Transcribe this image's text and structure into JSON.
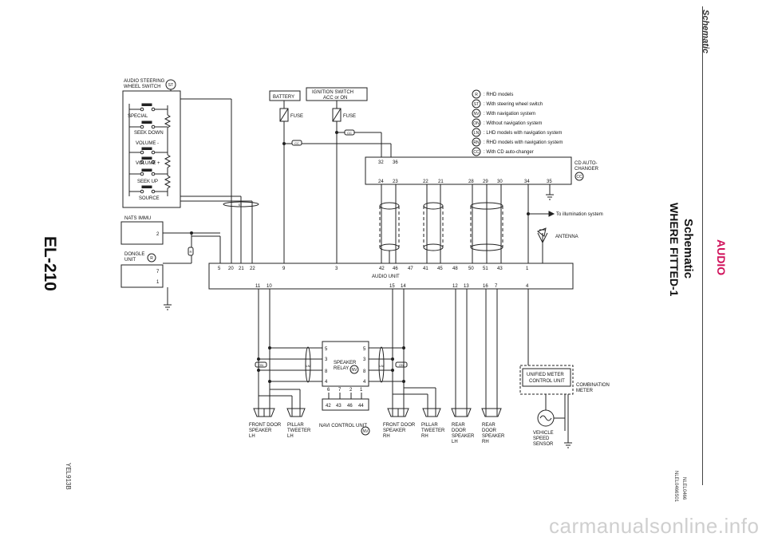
{
  "page": {
    "section": "Schematic",
    "title": "AUDIO",
    "heading": "Schematic",
    "subheading": "WHERE FITTED-1",
    "code1": "NLEL0466",
    "code2": "NLEL0466S01",
    "page_number": "EL-210",
    "figure_id": "YEL913B",
    "footer_url": "carmanualsonline.info"
  },
  "legend": [
    {
      "code": "R",
      "text": ": RHD models"
    },
    {
      "code": "ST",
      "text": ": With steering wheel switch"
    },
    {
      "code": "NV",
      "text": ": With navigation system"
    },
    {
      "code": "ON",
      "text": ": Without navigation system"
    },
    {
      "code": "LN",
      "text": ": LHD models with navigation system"
    },
    {
      "code": "RN",
      "text": ": RHD models with navigation system"
    },
    {
      "code": "CC",
      "text": ": With CD auto-changer"
    }
  ],
  "steering_switch": {
    "title1": "AUDIO STEERING",
    "title2": "WHEEL SWITCH",
    "badge": "ST",
    "buttons": [
      "SPECIAL",
      "SEEK DOWN",
      "VOLUME -",
      "VOLUME +",
      "SEEK UP",
      "SOURCE"
    ]
  },
  "battery": {
    "label": "BATTERY",
    "fuse": "FUSE"
  },
  "ignition": {
    "label1": "IGNITION SWITCH",
    "label2": "ACC or ON",
    "fuse": "FUSE"
  },
  "nats": {
    "label": "NATS IMMU",
    "pin": "2"
  },
  "dongle": {
    "label1": "DONGLE",
    "label2": "UNIT",
    "badge": "R",
    "pins": [
      "7",
      "1"
    ]
  },
  "cd_changer": {
    "label1": "CD AUTO-",
    "label2": "CHANGER",
    "badge": "CC",
    "pins_top": [
      "32",
      "36"
    ],
    "pins": [
      "24",
      "23",
      "22",
      "21",
      "28",
      "29",
      "30",
      "34",
      "35"
    ]
  },
  "audio_unit": {
    "label": "AUDIO UNIT",
    "top_pins": [
      "5",
      "20",
      "21",
      "22",
      "9",
      "3",
      "42",
      "46",
      "47",
      "41",
      "45",
      "48",
      "50",
      "51",
      "43",
      "1"
    ],
    "bottom_pins": [
      "11",
      "10",
      "15",
      "14",
      "12",
      "13",
      "16",
      "7",
      "4"
    ]
  },
  "illum_label": "To illumination system",
  "antenna_label": "ANTENNA",
  "speaker_relay": {
    "label1": "SPEAKER",
    "label2": "RELAY",
    "badge": "NV",
    "left_pins": [
      "5",
      "3",
      "8",
      "4"
    ],
    "right_pins": [
      "5",
      "3",
      "8",
      "4"
    ],
    "bottom_pins": [
      "6",
      "7",
      "2",
      "1"
    ]
  },
  "navi_unit": {
    "label": "NAVI CONTROL UNIT",
    "badge": "NV",
    "pins": [
      "42",
      "43",
      "46",
      "44"
    ]
  },
  "meter": {
    "unit1": "UNIFIED METER",
    "unit2": "CONTROL UNIT",
    "combo1": "COMBINATION",
    "combo2": "METER"
  },
  "vehicle_speed": [
    "VEHICLE",
    "SPEED",
    "SENSOR"
  ],
  "speakers": [
    {
      "lines": [
        "FRONT DOOR",
        "SPEAKER",
        "LH"
      ]
    },
    {
      "lines": [
        "PILLAR",
        "TWEETER",
        "LH"
      ]
    },
    {
      "lines": [
        "FRONT DOOR",
        "SPEAKER",
        "RH"
      ]
    },
    {
      "lines": [
        "PILLAR",
        "TWEETER",
        "RH"
      ]
    },
    {
      "lines": [
        "REAR",
        "DOOR",
        "SPEAKER",
        "LH"
      ]
    },
    {
      "lines": [
        "REAR",
        "DOOR",
        "SPEAKER",
        "RH"
      ]
    }
  ],
  "wire_tags": {
    "on": "ON",
    "cc": "CC",
    "st": "ST",
    "r": "R",
    "ln": "LN"
  },
  "colors": {
    "title": "#d0105a",
    "line": "#222222",
    "watermark": "#cfcfcf"
  }
}
